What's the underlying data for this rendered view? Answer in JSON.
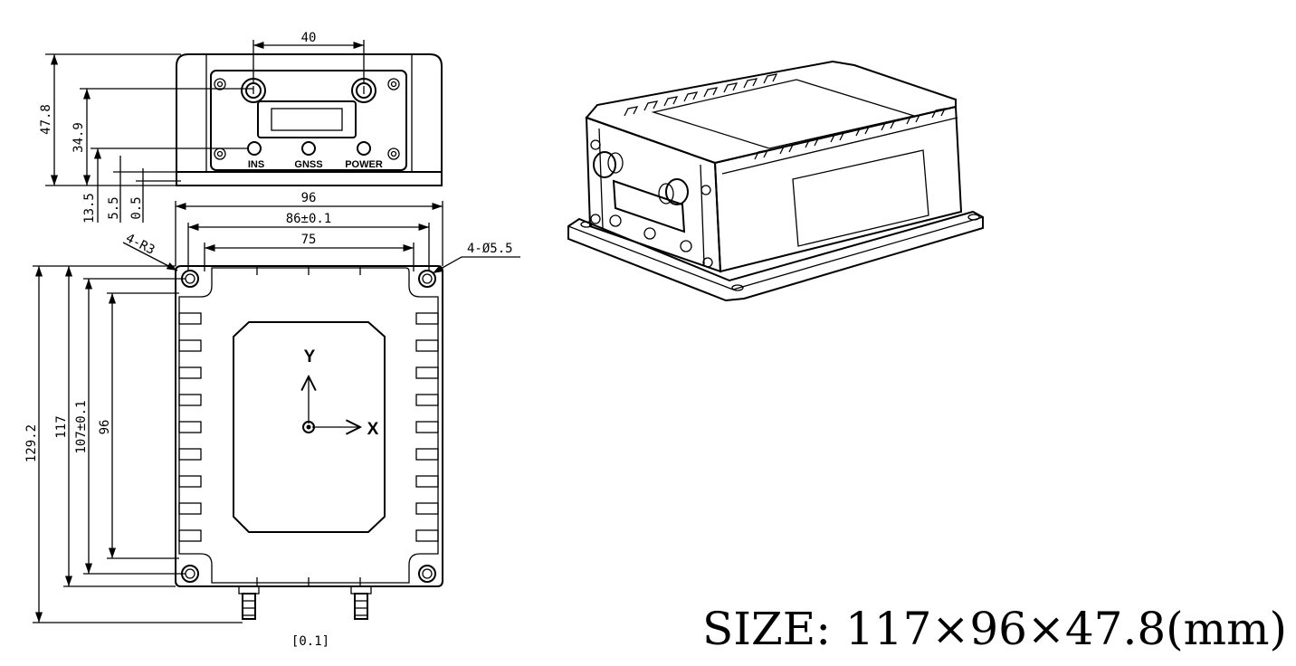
{
  "dimensions": {
    "front_width": "40",
    "front_height_total": "47.8",
    "front_connector_height": "34.9",
    "front_led_height": "13.5",
    "front_base_height": "5.5",
    "front_offset": "0.5",
    "top_width_total": "96",
    "top_hole_pitch": "86±0.1",
    "top_inner_width": "75",
    "corner_radius": "4-R3",
    "hole_spec": "4-Ø5.5",
    "top_length_total": "129.2",
    "top_length_body": "117",
    "top_hole_pitch_y": "107±0.1",
    "top_inner_length": "96",
    "flatness": "[0.1]"
  },
  "front_panel": {
    "led_labels": [
      "INS",
      "GNSS",
      "POWER"
    ]
  },
  "axes": {
    "x": "X",
    "y": "Y"
  },
  "size_caption": "SIZE: 117×96×47.8(mm)"
}
